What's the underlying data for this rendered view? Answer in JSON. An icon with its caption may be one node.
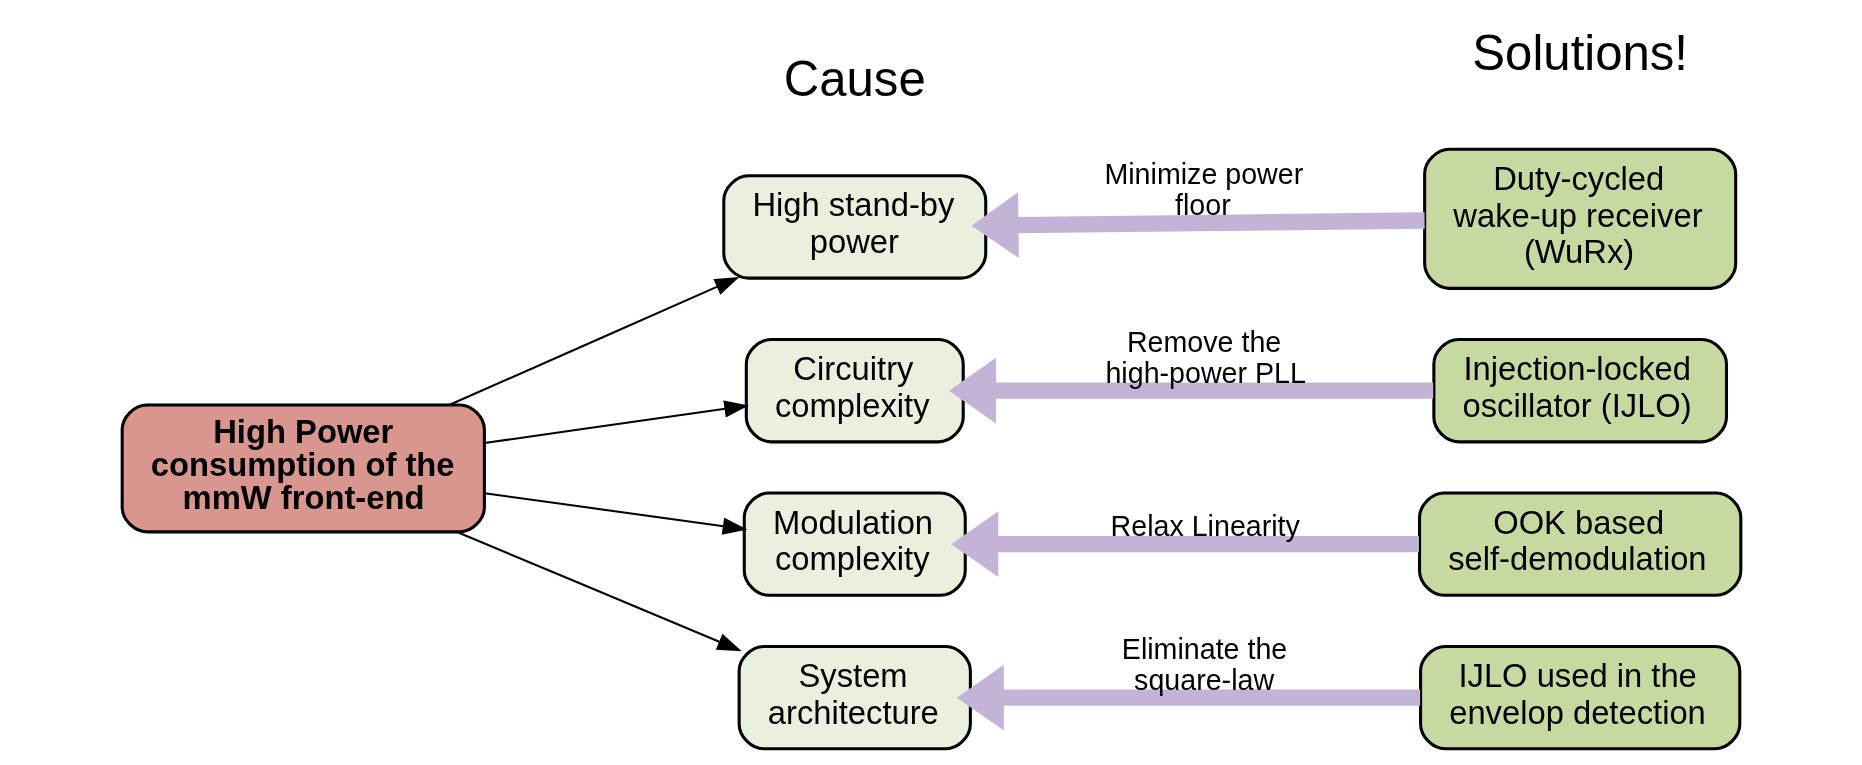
{
  "diagram": {
    "nodes": [
      {
        "text": [
          "High Power consumption of the mmW front-end"
        ]
      },
      {
        "text": [
          "High stand-by power"
        ]
      },
      {
        "text": [
          "Circuitry complexity"
        ]
      },
      {
        "text": [
          "Modulation complexity"
        ]
      },
      {
        "text": [
          "System architecture"
        ]
      },
      {
        "text": [
          "Duty-cycled wake-up receiver (WuRx)"
        ]
      },
      {
        "text": [
          "Injection-locked oscillator (IJLO)"
        ]
      },
      {
        "text": [
          "OOK based self-demodulation"
        ]
      },
      {
        "text": [
          "IJLO used in the envelop detection"
        ]
      }
    ],
    "edges": [
      {
        "from": 0,
        "to": 1,
        "arrow": "to",
        "color": "#000000"
      },
      {
        "from": 0,
        "to": 2,
        "arrow": "to",
        "color": "#000000"
      },
      {
        "from": 0,
        "to": 3,
        "arrow": "to",
        "color": "#000000"
      },
      {
        "from": 0,
        "to": 4,
        "arrow": "to",
        "color": "#000000"
      },
      {
        "from": 5,
        "to": 1,
        "arrow": "to",
        "label": "Minimize power floor",
        "style": "thick",
        "color": "#c3b3d6"
      },
      {
        "from": 6,
        "to": 2,
        "arrow": "to",
        "label": "Remove the high-power PLL",
        "style": "thick",
        "color": "#c3b3d6"
      },
      {
        "from": 7,
        "to": 3,
        "arrow": "to",
        "label": "Relax Linearity",
        "style": "thick",
        "color": "#c3b3d6"
      },
      {
        "from": 8,
        "to": 4,
        "arrow": "to",
        "label": "Eliminate the square-law",
        "style": "thick",
        "color": "#c3b3d6"
      }
    ],
    "labels": [
      "Cause",
      "Solutions!"
    ]
  }
}
